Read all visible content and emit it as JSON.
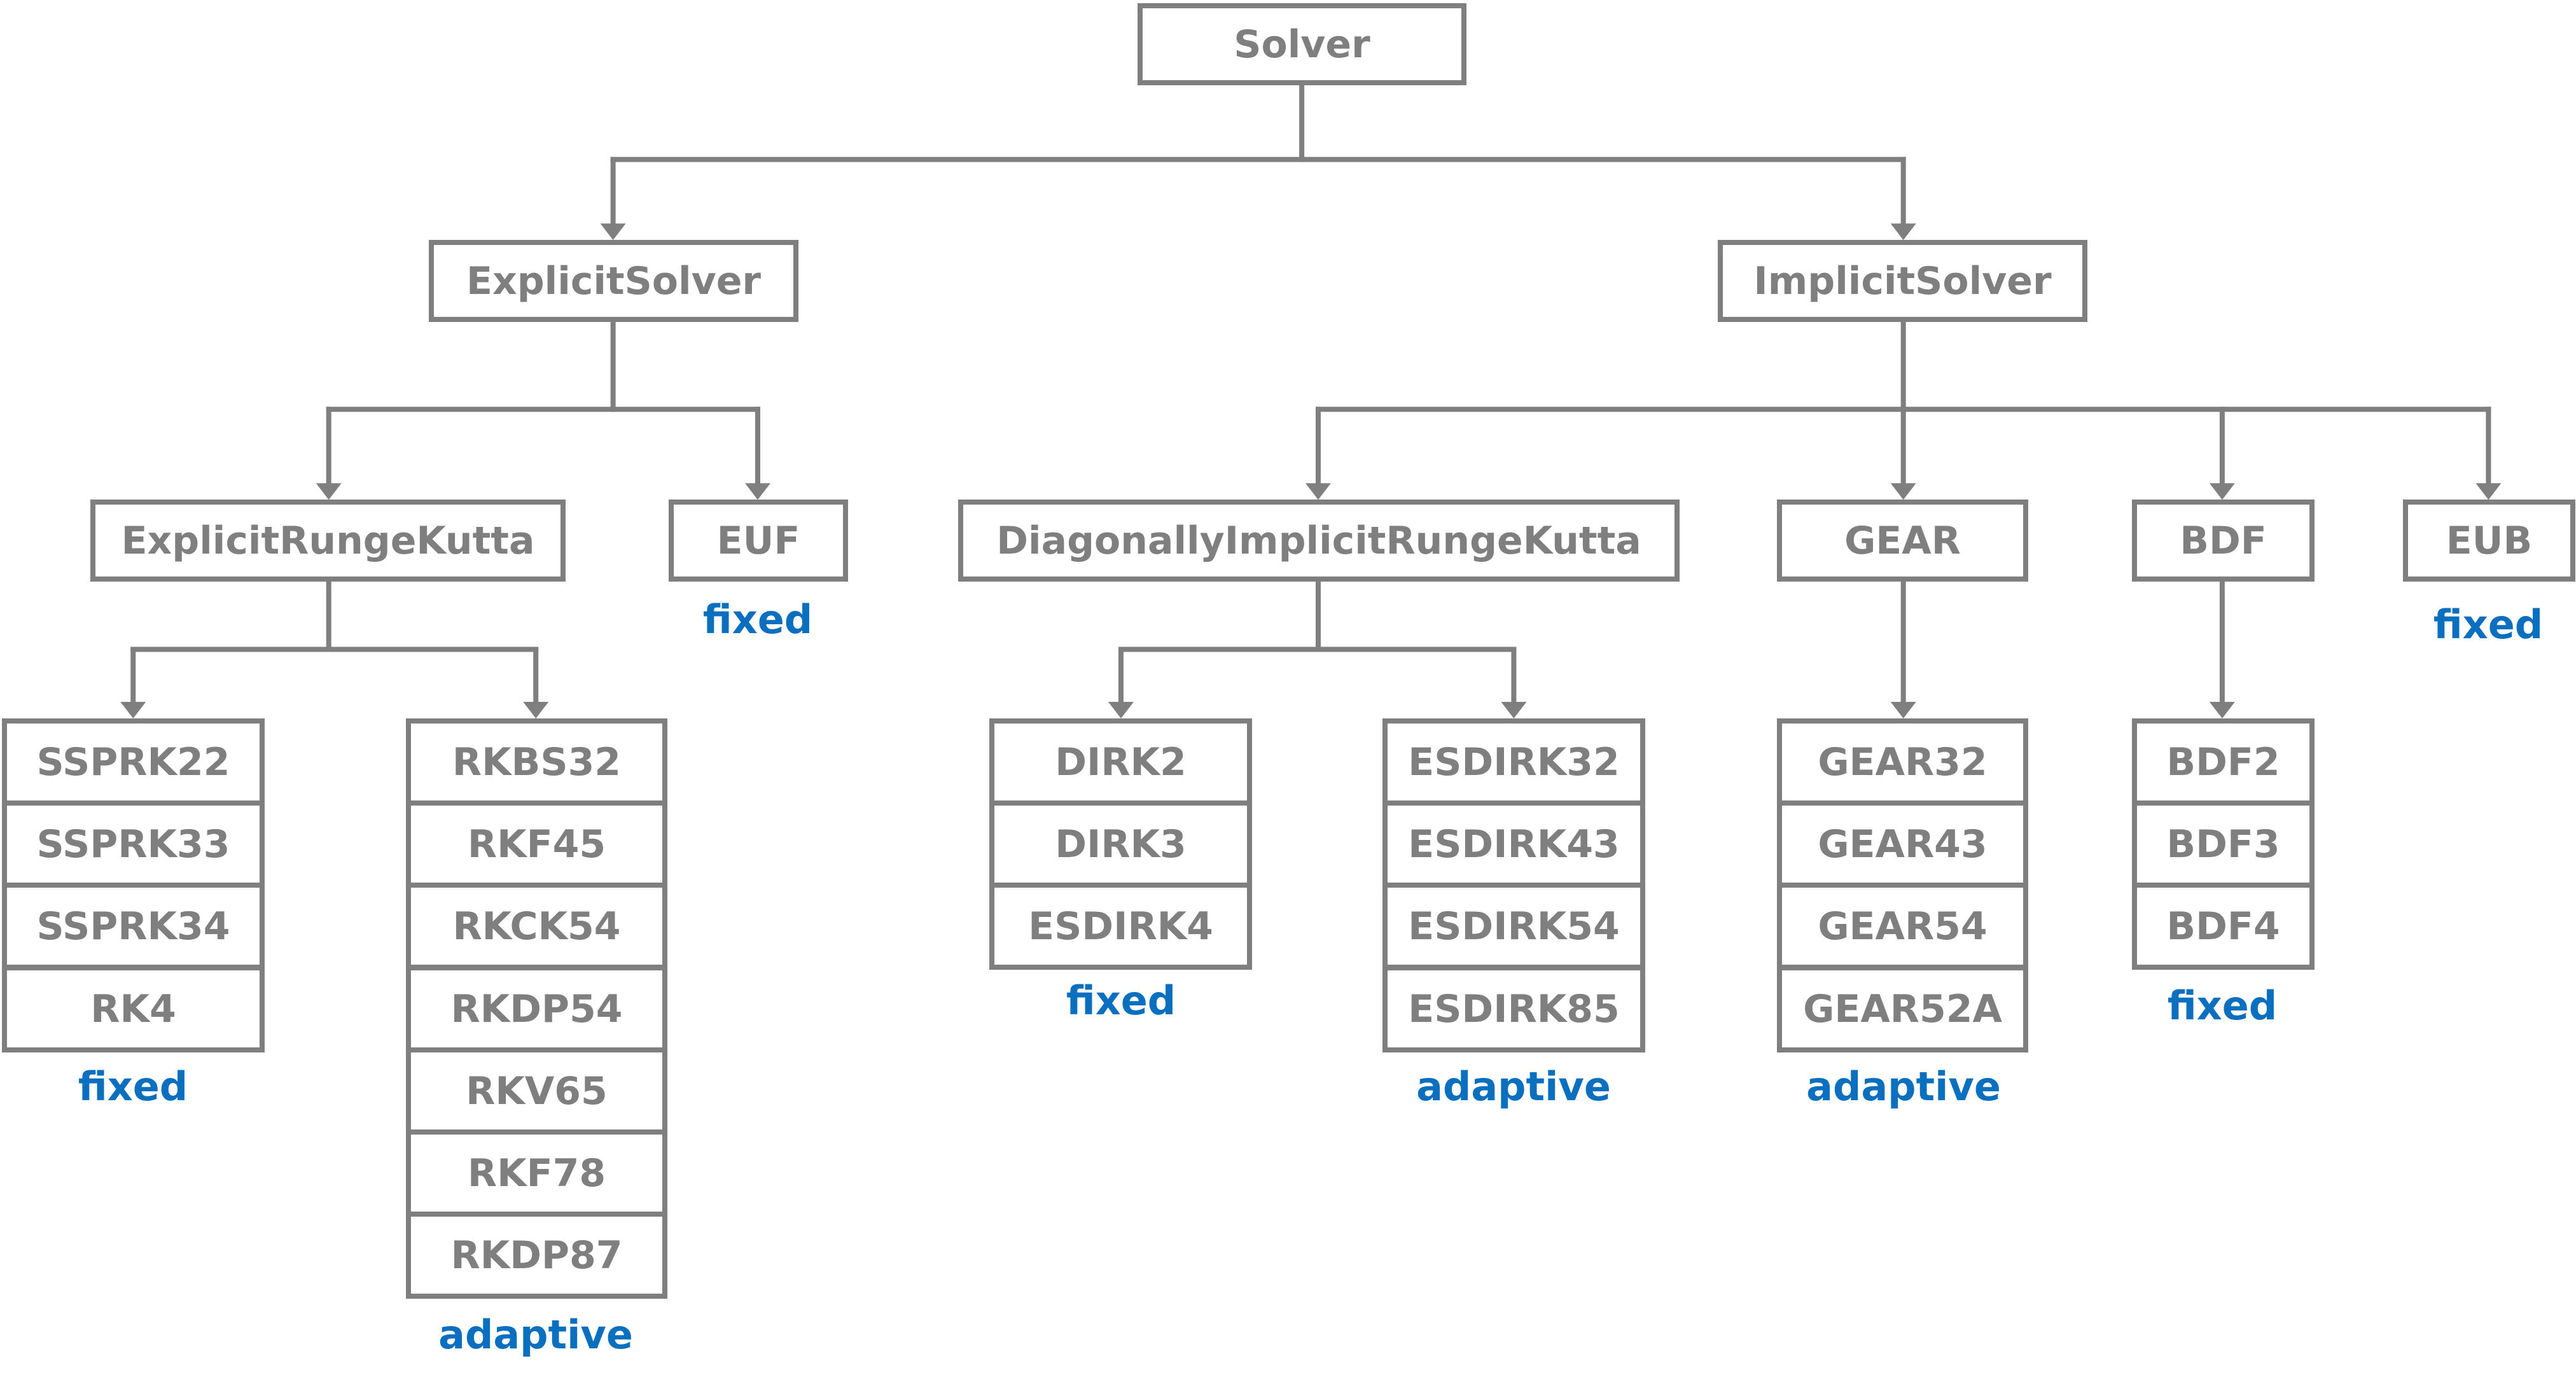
{
  "diagram": {
    "root": "Solver",
    "explicit": {
      "label": "ExplicitSolver",
      "rk": "ExplicitRungeKutta",
      "euf": "EUF",
      "euf_note": "fixed",
      "rk_fixed": [
        "SSPRK22",
        "SSPRK33",
        "SSPRK34",
        "RK4"
      ],
      "rk_fixed_note": "fixed",
      "rk_adaptive": [
        "RKBS32",
        "RKF45",
        "RKCK54",
        "RKDP54",
        "RKV65",
        "RKF78",
        "RKDP87"
      ],
      "rk_adaptive_note": "adaptive"
    },
    "implicit": {
      "label": "ImplicitSolver",
      "dirk": "DiagonallyImplicitRungeKutta",
      "dirk_fixed": [
        "DIRK2",
        "DIRK3",
        "ESDIRK4"
      ],
      "dirk_fixed_note": "fixed",
      "dirk_adaptive": [
        "ESDIRK32",
        "ESDIRK43",
        "ESDIRK54",
        "ESDIRK85"
      ],
      "dirk_adaptive_note": "adaptive",
      "gear": "GEAR",
      "gear_list": [
        "GEAR32",
        "GEAR43",
        "GEAR54",
        "GEAR52A"
      ],
      "gear_note": "adaptive",
      "bdf": "BDF",
      "bdf_list": [
        "BDF2",
        "BDF3",
        "BDF4"
      ],
      "bdf_note": "fixed",
      "eub": "EUB",
      "eub_note": "fixed"
    }
  },
  "colors": {
    "box": "#7f7f7f",
    "note": "#0b6fbf"
  }
}
